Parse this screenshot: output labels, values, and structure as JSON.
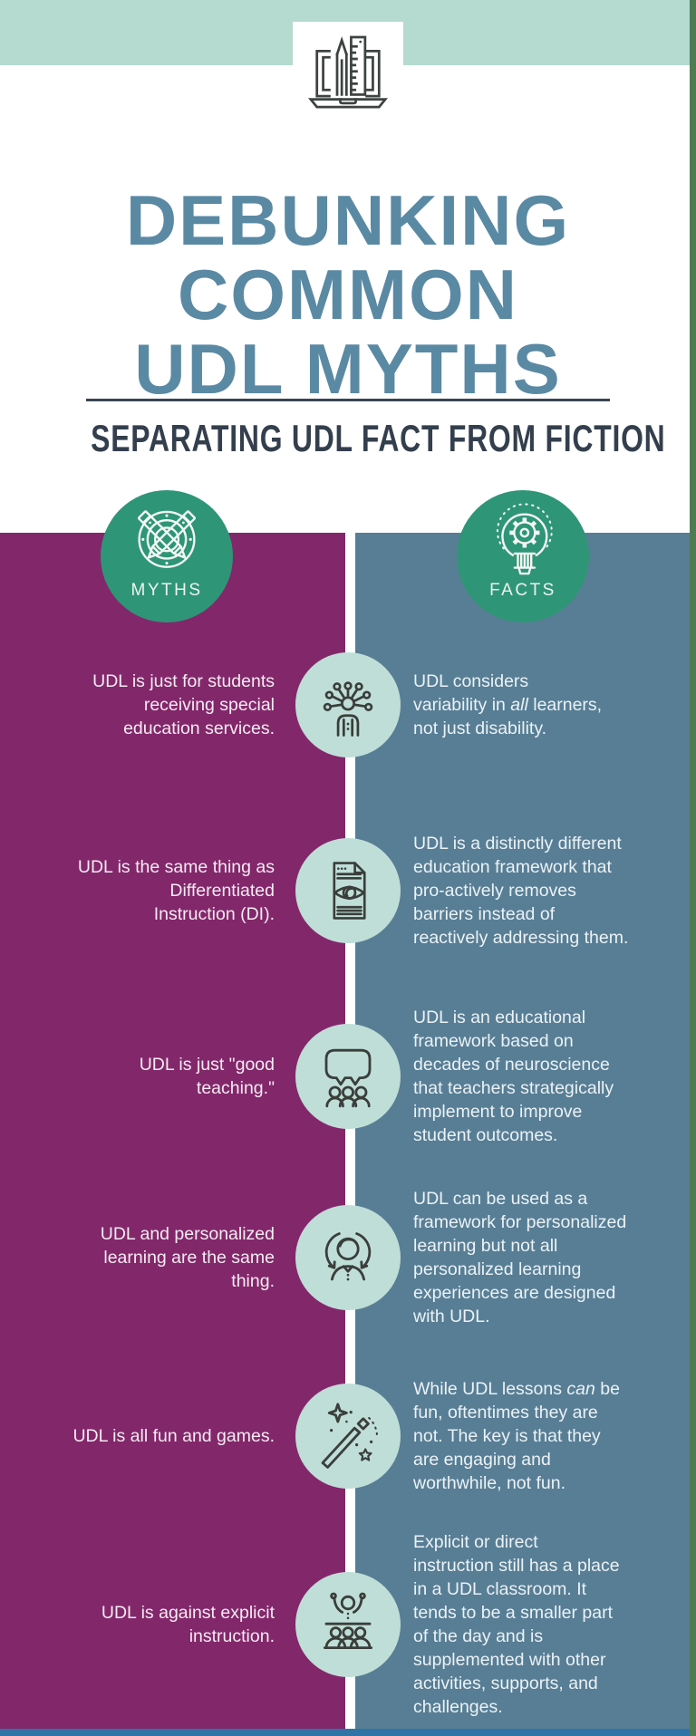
{
  "header": {
    "icon": "laptop-pencil-ruler-icon",
    "title": "DEBUNKING\nCOMMON\nUDL MYTHS",
    "subtitle": "SEPARATING UDL FACT FROM FICTION"
  },
  "badges": {
    "myths_label": "MYTHS",
    "myths_icon": "crossed-pencils-target-icon",
    "facts_label": "FACTS",
    "facts_icon": "lightbulb-gear-icon"
  },
  "colors": {
    "banner_mint": "#B5DACF",
    "myth_purple": "#83276B",
    "fact_blue": "#587E95",
    "badge_green": "#2F9577",
    "icon_circle_mint": "#BFDED7",
    "title_blue": "#5A89A4",
    "navy": "#343F4D",
    "right_edge_green": "#4E7B54",
    "bottom_edge_blue": "#2E74A6"
  },
  "rows": [
    {
      "icon": "person-network-icon",
      "myth": "UDL is just for students\nreceiving special\neducation services.",
      "fact_segments": [
        {
          "t": "UDL considers\nvariability in "
        },
        {
          "t": "all",
          "i": true
        },
        {
          "t": " learners,\nnot just disability."
        }
      ]
    },
    {
      "icon": "document-eye-icon",
      "myth": "UDL is the same thing as\nDifferentiated\nInstruction (DI).",
      "fact_segments": [
        {
          "t": "UDL is a distinctly different\neducation framework that\npro-actively removes\nbarriers instead of\nreactively addressing them."
        }
      ]
    },
    {
      "icon": "presentation-audience-icon",
      "myth": "UDL is just \"good\nteaching.\"",
      "fact_segments": [
        {
          "t": "UDL is an educational\nframework based on\ndecades of neuroscience\nthat teachers strategically\nimplement to improve\nstudent outcomes."
        }
      ]
    },
    {
      "icon": "person-refresh-icon",
      "myth": "UDL and personalized\nlearning are the same\nthing.",
      "fact_segments": [
        {
          "t": "UDL can be used as a\nframework for personalized\nlearning but not all\npersonalized learning\nexperiences are designed\nwith UDL."
        }
      ]
    },
    {
      "icon": "magic-wand-icon",
      "myth": "UDL is all fun and games.",
      "fact_segments": [
        {
          "t": "While UDL lessons "
        },
        {
          "t": "can",
          "i": true
        },
        {
          "t": " be\nfun, oftentimes they are\nnot. The key is that they\nare engaging and\nworthwhile, not fun."
        }
      ]
    },
    {
      "icon": "teacher-audience-icon",
      "myth": "UDL is against explicit\ninstruction.",
      "fact_segments": [
        {
          "t": "Explicit or direct\ninstruction still has a place\nin a UDL classroom. It\ntends to be a smaller part\nof the day and is\nsupplemented with other\nactivities, supports, and\nchallenges."
        }
      ]
    }
  ]
}
